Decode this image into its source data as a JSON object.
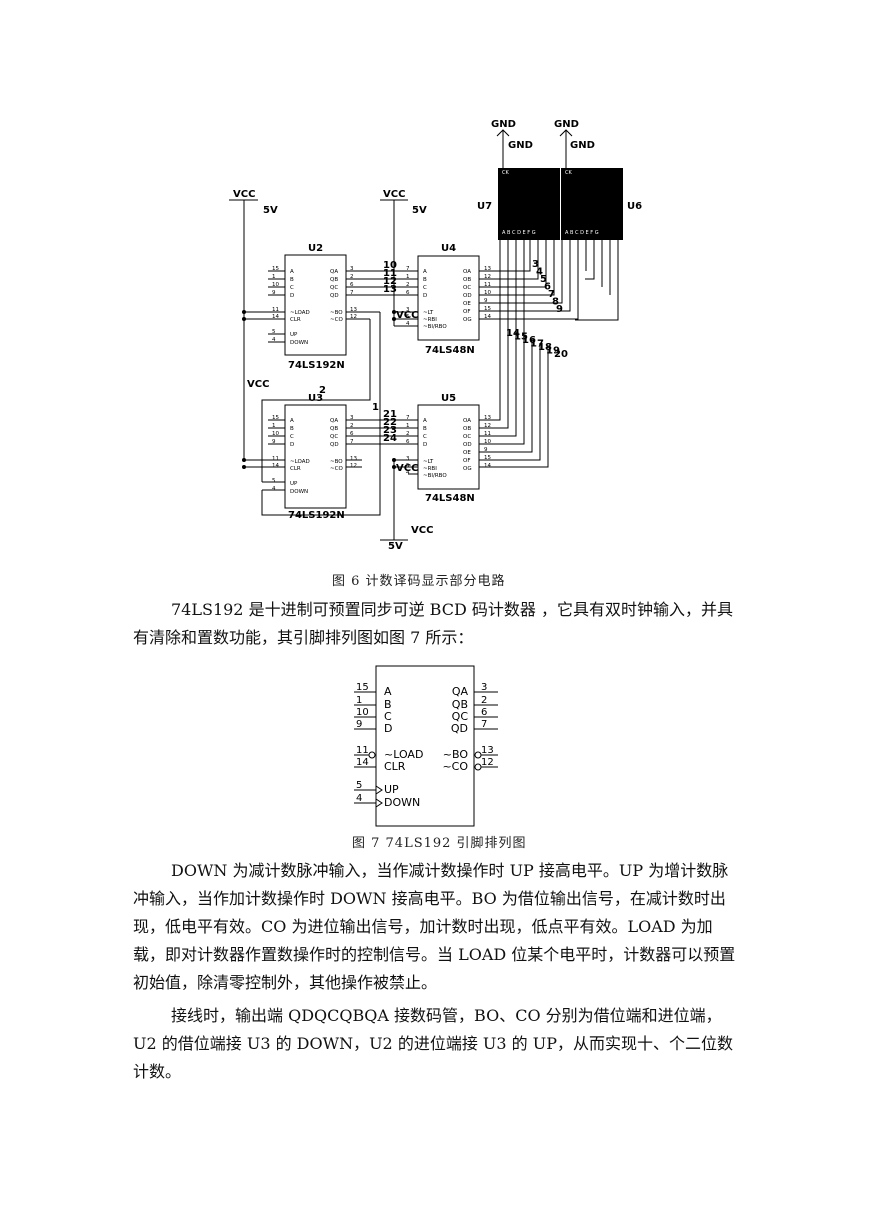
{
  "figure6": {
    "caption": "图 6   计数译码显示部分电路",
    "labels": {
      "gnd": "GND",
      "vcc": "VCC",
      "v5": "5V",
      "u2": "U2",
      "u3": "U3",
      "u4": "U4",
      "u5": "U5",
      "u6": "U6",
      "u7": "U7",
      "chip192": "74LS192N",
      "chip48": "74LS48N",
      "ck": "CK",
      "segs": "A B C D E F G"
    },
    "pins192_left": [
      "A",
      "B",
      "C",
      "D",
      "~LOAD",
      "CLR",
      "UP",
      "DOWN"
    ],
    "pins192_left_num": [
      "15",
      "1",
      "10",
      "9",
      "11",
      "14",
      "5",
      "4"
    ],
    "pins192_right": [
      "QA",
      "QB",
      "QC",
      "QD",
      "~BO",
      "~CO"
    ],
    "pins192_right_num": [
      "3",
      "2",
      "6",
      "7",
      "13",
      "12"
    ],
    "pins48_left": [
      "A",
      "B",
      "C",
      "D",
      "~LT",
      "~RBI",
      "~BI/RBO"
    ],
    "pins48_left_num": [
      "7",
      "1",
      "2",
      "6",
      "3",
      "5",
      "4"
    ],
    "pins48_right": [
      "OA",
      "OB",
      "OC",
      "OD",
      "OE",
      "OF",
      "OG"
    ],
    "pins48_right_num": [
      "13",
      "12",
      "11",
      "10",
      "9",
      "15",
      "14"
    ],
    "nets_top": [
      "10",
      "11",
      "12",
      "13"
    ],
    "nets_bottom": [
      "21",
      "22",
      "23",
      "24"
    ],
    "nets_seg_top": [
      "3",
      "4",
      "5",
      "6",
      "7",
      "8",
      "9"
    ],
    "nets_seg_bottom": [
      "14",
      "15",
      "16",
      "17",
      "18",
      "19",
      "20"
    ],
    "net_1": "1",
    "net_2": "2"
  },
  "para1": "74LS192 是十进制可预置同步可逆 BCD 码计数器 ，它具有双时钟输入，并具有清除和置数功能，其引脚排列图如图 7 所示：",
  "figure7": {
    "caption": "图 7   74LS192 引脚排列图",
    "left_names": [
      "A",
      "B",
      "C",
      "D",
      "~LOAD",
      "CLR",
      "UP",
      "DOWN"
    ],
    "left_nums": [
      "15",
      "1",
      "10",
      "9",
      "11",
      "14",
      "5",
      "4"
    ],
    "right_names": [
      "QA",
      "QB",
      "QC",
      "QD",
      "~BO",
      "~CO"
    ],
    "right_nums": [
      "3",
      "2",
      "6",
      "7",
      "13",
      "12"
    ]
  },
  "para2": "DOWN 为减计数脉冲输入，当作减计数操作时 UP 接高电平。UP 为增计数脉冲输入，当作加计数操作时 DOWN 接高电平。BO 为借位输出信号，在减计数时出现，低电平有效。CO 为进位输出信号，加计数时出现，低点平有效。LOAD 为加载，即对计数器作置数操作时的控制信号。当 LOAD 位某个电平时，计数器可以预置初始值，除清零控制外，其他操作被禁止。",
  "para3": "接线时，输出端 QDQCQBQA 接数码管，BO、CO 分别为借位端和进位端，U2 的借位端接 U3 的 DOWN，U2 的进位端接 U3 的 UP，从而实现十、个二位数计数。"
}
